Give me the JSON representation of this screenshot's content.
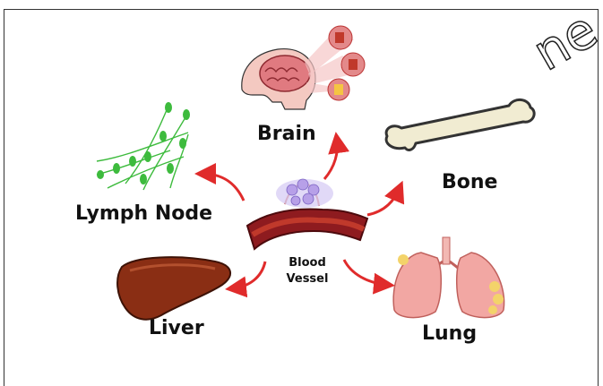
{
  "labels": {
    "brain": "Brain",
    "bone": "Bone",
    "lymph_node": "Lymph Node",
    "liver": "Liver",
    "lung": "Lung",
    "blood_vessel_line1": "Blood",
    "blood_vessel_line2": "Vessel"
  },
  "colors": {
    "arrow": "#e02b2b",
    "vessel_wall": "#8e1b1f",
    "vessel_inner": "#b3262b",
    "liver": "#8a2e14",
    "lung": "#f2a7a3",
    "lymph": "#3dbb3d",
    "bone": "#f1ecd2",
    "brain": "#e98c8c",
    "cells": "#b7a0e8"
  }
}
